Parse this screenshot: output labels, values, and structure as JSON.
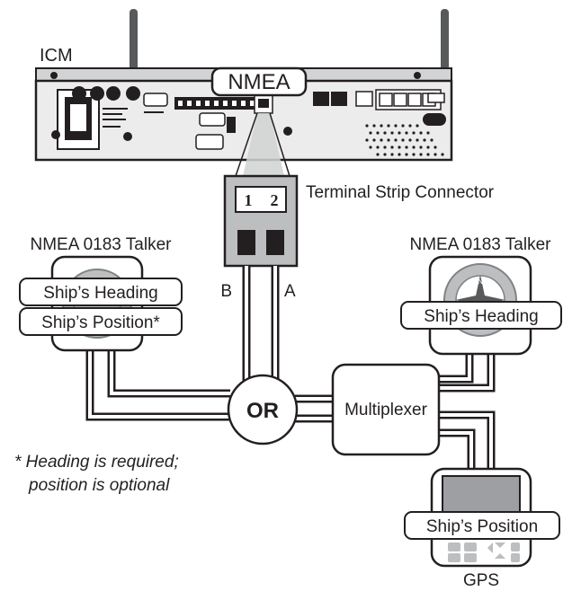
{
  "device": {
    "name": "ICM",
    "port_label": "NMEA"
  },
  "connector": {
    "title": "Terminal Strip Connector",
    "pin1": "1",
    "pin2": "2",
    "wire_b": "B",
    "wire_a": "A"
  },
  "talker_left": {
    "title": "NMEA 0183 Talker",
    "sentence_1": "Ship’s Heading",
    "sentence_2": "Ship’s Position*"
  },
  "talker_right": {
    "title": "NMEA 0183 Talker",
    "sentence_1": "Ship’s Heading"
  },
  "junction": {
    "label": "OR"
  },
  "multiplexer": {
    "label": "Multiplexer"
  },
  "gps": {
    "title": "GPS",
    "sentence_1": "Ship’s Position"
  },
  "footnote": {
    "line_1": "* Heading is required;",
    "line_2": "position is optional"
  },
  "colors": {
    "ink": "#231f20",
    "device_fill": "#ececec",
    "grey": "#bcbec0",
    "screen": "#9d9fa2"
  }
}
